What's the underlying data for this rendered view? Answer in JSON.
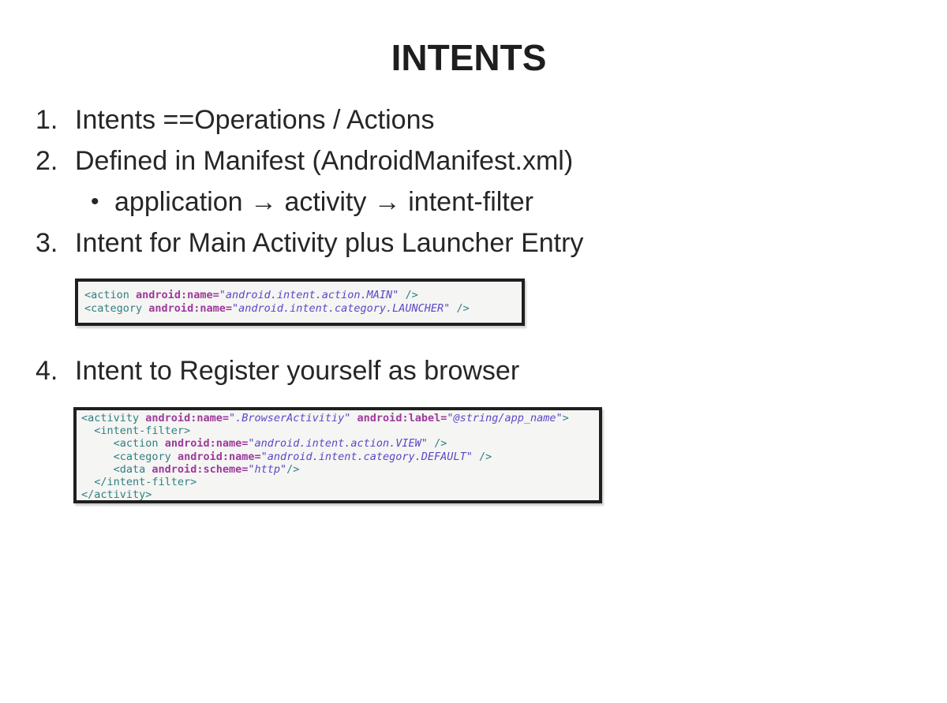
{
  "slide": {
    "title": "INTENTS",
    "items": [
      {
        "marker": "1.",
        "text": "Intents ==Operations / Actions"
      },
      {
        "marker": "2.",
        "text": "Defined in Manifest (AndroidManifest.xml)"
      },
      {
        "marker": "•",
        "text": "application → activity → intent-filter"
      },
      {
        "marker": "3.",
        "text": "Intent for Main Activity plus Launcher Entry"
      },
      {
        "marker": "4.",
        "text": "Intent to Register yourself as browser"
      }
    ],
    "code_colors": {
      "tag": "#2f8080",
      "attr": "#9c3a9c",
      "val": "#5848c8",
      "plain": "#3a3a3a",
      "block_background": "#f5f5f3",
      "block_border": "#1f1f1f"
    },
    "code_blocks": [
      {
        "lines": [
          [
            [
              "tag",
              "<action"
            ],
            [
              "plain",
              " "
            ],
            [
              "attr",
              "android:name="
            ],
            [
              "val",
              "\"android.intent.action.MAIN\""
            ],
            [
              "plain",
              " "
            ],
            [
              "tag",
              "/>"
            ]
          ],
          [
            [
              "tag",
              "<category"
            ],
            [
              "plain",
              " "
            ],
            [
              "attr",
              "android:name="
            ],
            [
              "val",
              "\"android.intent.category.LAUNCHER\""
            ],
            [
              "plain",
              " "
            ],
            [
              "tag",
              "/>"
            ]
          ]
        ]
      },
      {
        "lines": [
          [
            [
              "tag",
              "<activity"
            ],
            [
              "plain",
              " "
            ],
            [
              "attr",
              "android:name="
            ],
            [
              "val",
              "\".BrowserActivitiy\""
            ],
            [
              "plain",
              " "
            ],
            [
              "attr",
              "android:label="
            ],
            [
              "val",
              "\"@string/app_name\""
            ],
            [
              "tag",
              ">"
            ]
          ],
          [
            [
              "plain",
              "  "
            ],
            [
              "tag",
              "<intent-filter>"
            ]
          ],
          [
            [
              "plain",
              "     "
            ],
            [
              "tag",
              "<action"
            ],
            [
              "plain",
              " "
            ],
            [
              "attr",
              "android:name="
            ],
            [
              "val",
              "\"android.intent.action.VIEW\""
            ],
            [
              "plain",
              " "
            ],
            [
              "tag",
              "/>"
            ]
          ],
          [
            [
              "plain",
              "     "
            ],
            [
              "tag",
              "<category"
            ],
            [
              "plain",
              " "
            ],
            [
              "attr",
              "android:name="
            ],
            [
              "val",
              "\"android.intent.category.DEFAULT\""
            ],
            [
              "plain",
              " "
            ],
            [
              "tag",
              "/>"
            ]
          ],
          [
            [
              "plain",
              "     "
            ],
            [
              "tag",
              "<data"
            ],
            [
              "plain",
              " "
            ],
            [
              "attr",
              "android:scheme="
            ],
            [
              "val",
              "\"http\""
            ],
            [
              "tag",
              "/>"
            ]
          ],
          [
            [
              "plain",
              "  "
            ],
            [
              "tag",
              "</intent-filter>"
            ]
          ],
          [
            [
              "tag",
              "</activity>"
            ]
          ]
        ]
      }
    ]
  }
}
